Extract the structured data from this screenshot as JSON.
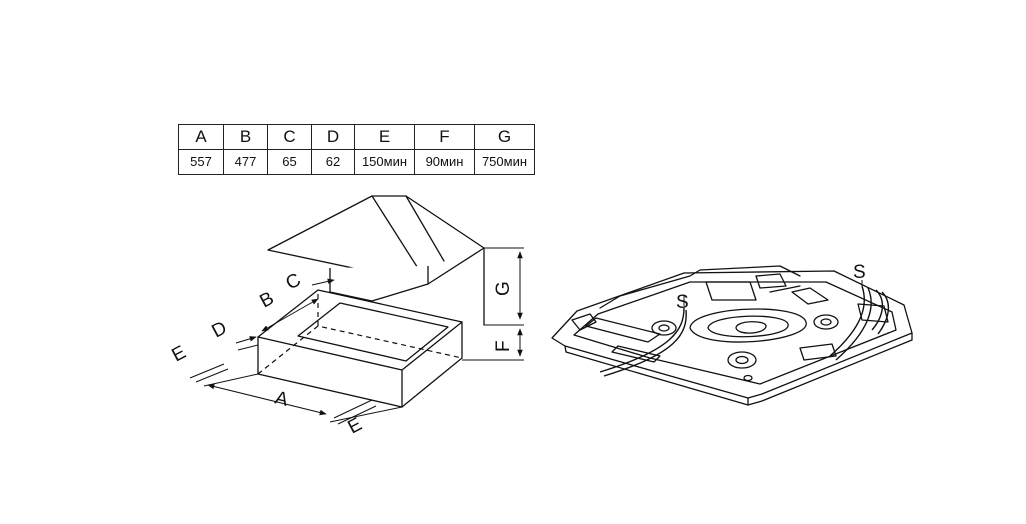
{
  "table": {
    "headers": [
      "A",
      "B",
      "C",
      "D",
      "E",
      "F",
      "G"
    ],
    "values": [
      "557",
      "477",
      "65",
      "62",
      "150мин",
      "90мин",
      "750мин"
    ]
  },
  "diagram_labels": {
    "a": "A",
    "b": "B",
    "c": "C",
    "d": "D",
    "e_left": "E",
    "e_right": "E",
    "f": "F",
    "g": "G",
    "s_center": "S",
    "s_right": "S"
  }
}
